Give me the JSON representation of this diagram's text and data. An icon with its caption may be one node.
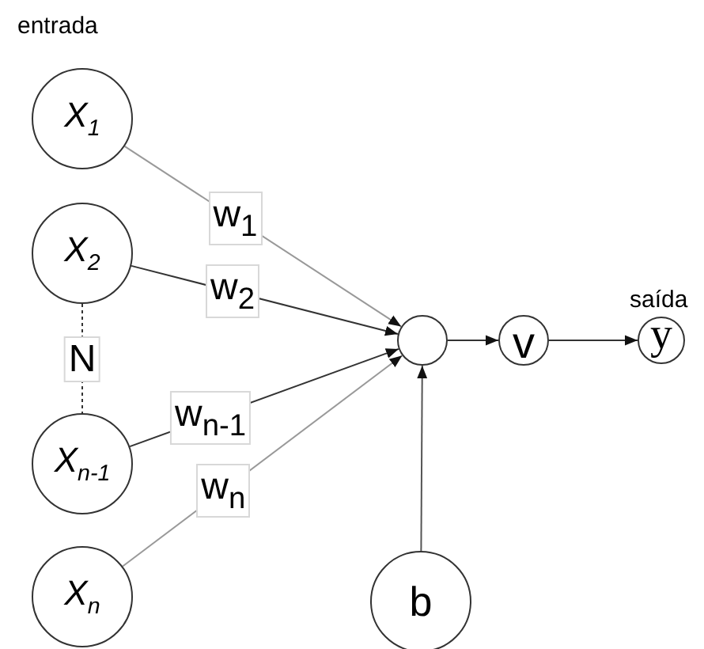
{
  "diagram": {
    "nodes": [
      {
        "text": [
          "X$_{1}$"
        ]
      },
      {
        "text": [
          "X$_{2}$"
        ]
      },
      {
        "text": [
          "X$_{n-1}$"
        ]
      },
      {
        "text": [
          "X$_{n}$"
        ]
      },
      {
        "text": [],
        "shape": "circle"
      },
      {
        "text": [
          "v"
        ]
      },
      {
        "text": [
          "y"
        ],
        "beside": [
          "saída"
        ]
      },
      {
        "text": [
          "b"
        ]
      }
    ],
    "edges": [
      {
        "from": 0,
        "to": 4,
        "arrow": "to",
        "label": "w$_{1}$",
        "color": "#999999"
      },
      {
        "from": 1,
        "to": 4,
        "arrow": "to",
        "label": "w$_{2}$"
      },
      {
        "from": 2,
        "to": 4,
        "arrow": "to",
        "label": "w$_{n-1}$"
      },
      {
        "from": 3,
        "to": 4,
        "arrow": "to",
        "label": "w$_{n}$",
        "color": "#999999"
      },
      {
        "from": 1,
        "to": 2,
        "arrow": "none",
        "label": "N",
        "style": "dashed"
      },
      {
        "from": 4,
        "to": 5,
        "arrow": "to"
      },
      {
        "from": 5,
        "to": 6,
        "arrow": "to"
      },
      {
        "from": 7,
        "to": 4,
        "arrow": "to",
        "color": "#555555"
      }
    ],
    "labels": [
      "entrada"
    ]
  }
}
